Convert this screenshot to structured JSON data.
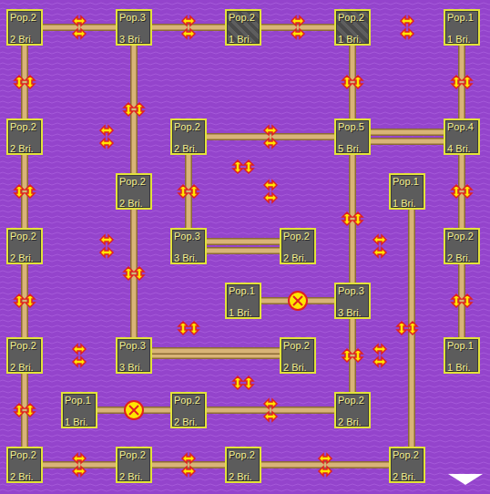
{
  "diagram": {
    "nodes": [
      {
        "text": [
          "Pop.2",
          "2 Bri."
        ]
      },
      {
        "text": [
          "Pop.3",
          "3 Bri."
        ]
      },
      {
        "text": [
          "Pop.2",
          "1 Bri."
        ]
      },
      {
        "text": [
          "Pop.2",
          "1 Bri."
        ]
      },
      {
        "text": [
          "Pop.1",
          "1 Bri."
        ]
      },
      {
        "text": [
          "Pop.2",
          "2 Bri."
        ]
      },
      {
        "text": [
          "Pop.2",
          "2 Bri."
        ]
      },
      {
        "text": [
          "Pop.5",
          "5 Bri."
        ]
      },
      {
        "text": [
          "Pop.4",
          "4 Bri."
        ]
      },
      {
        "text": [
          "Pop.2",
          "2 Bri."
        ]
      },
      {
        "text": [
          "Pop.1",
          "1 Bri."
        ]
      },
      {
        "text": [
          "Pop.2",
          "2 Bri."
        ]
      },
      {
        "text": [
          "Pop.3",
          "3 Bri."
        ]
      },
      {
        "text": [
          "Pop.2",
          "2 Bri."
        ]
      },
      {
        "text": [
          "Pop.2",
          "2 Bri."
        ]
      },
      {
        "text": [
          "Pop.1",
          "1 Bri."
        ]
      },
      {
        "text": [
          "Pop.3",
          "3 Bri."
        ]
      },
      {
        "text": [
          "Pop.2",
          "2 Bri."
        ]
      },
      {
        "text": [
          "Pop.3",
          "3 Bri."
        ]
      },
      {
        "text": [
          "Pop.2",
          "2 Bri."
        ]
      },
      {
        "text": [
          "Pop.1",
          "1 Bri."
        ]
      },
      {
        "text": [
          "Pop.1",
          "1 Bri."
        ]
      },
      {
        "text": [
          "Pop.2",
          "2 Bri."
        ]
      },
      {
        "text": [
          "Pop.2",
          "2 Bri."
        ]
      },
      {
        "text": [
          "Pop.2",
          "2 Bri."
        ]
      },
      {
        "text": [
          "Pop.2",
          "2 Bri."
        ]
      },
      {
        "text": [
          "Pop.2",
          "2 Bri."
        ]
      },
      {
        "text": [
          "Pop.2",
          "2 Bri."
        ]
      }
    ],
    "edges": [
      {
        "from": 0,
        "to": 1,
        "arrow": "none"
      },
      {
        "from": 1,
        "to": 2,
        "arrow": "none"
      },
      {
        "from": 2,
        "to": 3,
        "arrow": "none"
      },
      {
        "from": 0,
        "to": 5,
        "arrow": "none"
      },
      {
        "from": 5,
        "to": 11,
        "arrow": "none"
      },
      {
        "from": 11,
        "to": 17,
        "arrow": "none"
      },
      {
        "from": 17,
        "to": 24,
        "arrow": "none"
      },
      {
        "from": 1,
        "to": 9,
        "arrow": "none"
      },
      {
        "from": 9,
        "to": 18,
        "arrow": "none"
      },
      {
        "from": 3,
        "to": 7,
        "arrow": "none"
      },
      {
        "from": 4,
        "to": 8,
        "arrow": "none"
      },
      {
        "from": 6,
        "to": 7,
        "arrow": "none"
      },
      {
        "from": 7,
        "to": 8,
        "arrow": "none"
      },
      {
        "from": 7,
        "to": 8,
        "arrow": "none"
      },
      {
        "from": 6,
        "to": 12,
        "arrow": "none"
      },
      {
        "from": 8,
        "to": 14,
        "arrow": "none"
      },
      {
        "from": 14,
        "to": 20,
        "arrow": "none"
      },
      {
        "from": 7,
        "to": 16,
        "arrow": "none"
      },
      {
        "from": 16,
        "to": 23,
        "arrow": "none"
      },
      {
        "from": 12,
        "to": 13,
        "arrow": "none"
      },
      {
        "from": 12,
        "to": 13,
        "arrow": "none"
      },
      {
        "from": 15,
        "to": 16,
        "arrow": "none"
      },
      {
        "from": 18,
        "to": 19,
        "arrow": "none"
      },
      {
        "from": 18,
        "to": 19,
        "arrow": "none"
      },
      {
        "from": 10,
        "to": 27,
        "arrow": "none"
      },
      {
        "from": 21,
        "to": 22,
        "arrow": "none"
      },
      {
        "from": 22,
        "to": 23,
        "arrow": "none"
      },
      {
        "from": 24,
        "to": 25,
        "arrow": "none"
      },
      {
        "from": 25,
        "to": 26,
        "arrow": "none"
      },
      {
        "from": 26,
        "to": 27,
        "arrow": "none"
      }
    ]
  }
}
